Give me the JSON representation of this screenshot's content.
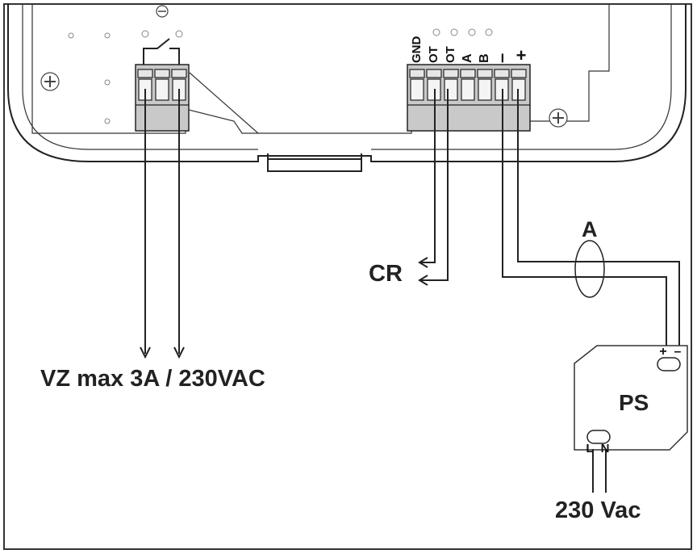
{
  "labels": {
    "relay_output": "VZ max 3A / 230VAC",
    "cr": "CR",
    "a": "A",
    "ps": "PS",
    "mains": "230 Vac"
  },
  "terminal_pins": [
    "GND",
    "OT",
    "OT",
    "A",
    "B",
    "–",
    "+"
  ],
  "ps_terminals": {
    "plus": "+",
    "minus": "–",
    "l": "L",
    "n": "N"
  }
}
